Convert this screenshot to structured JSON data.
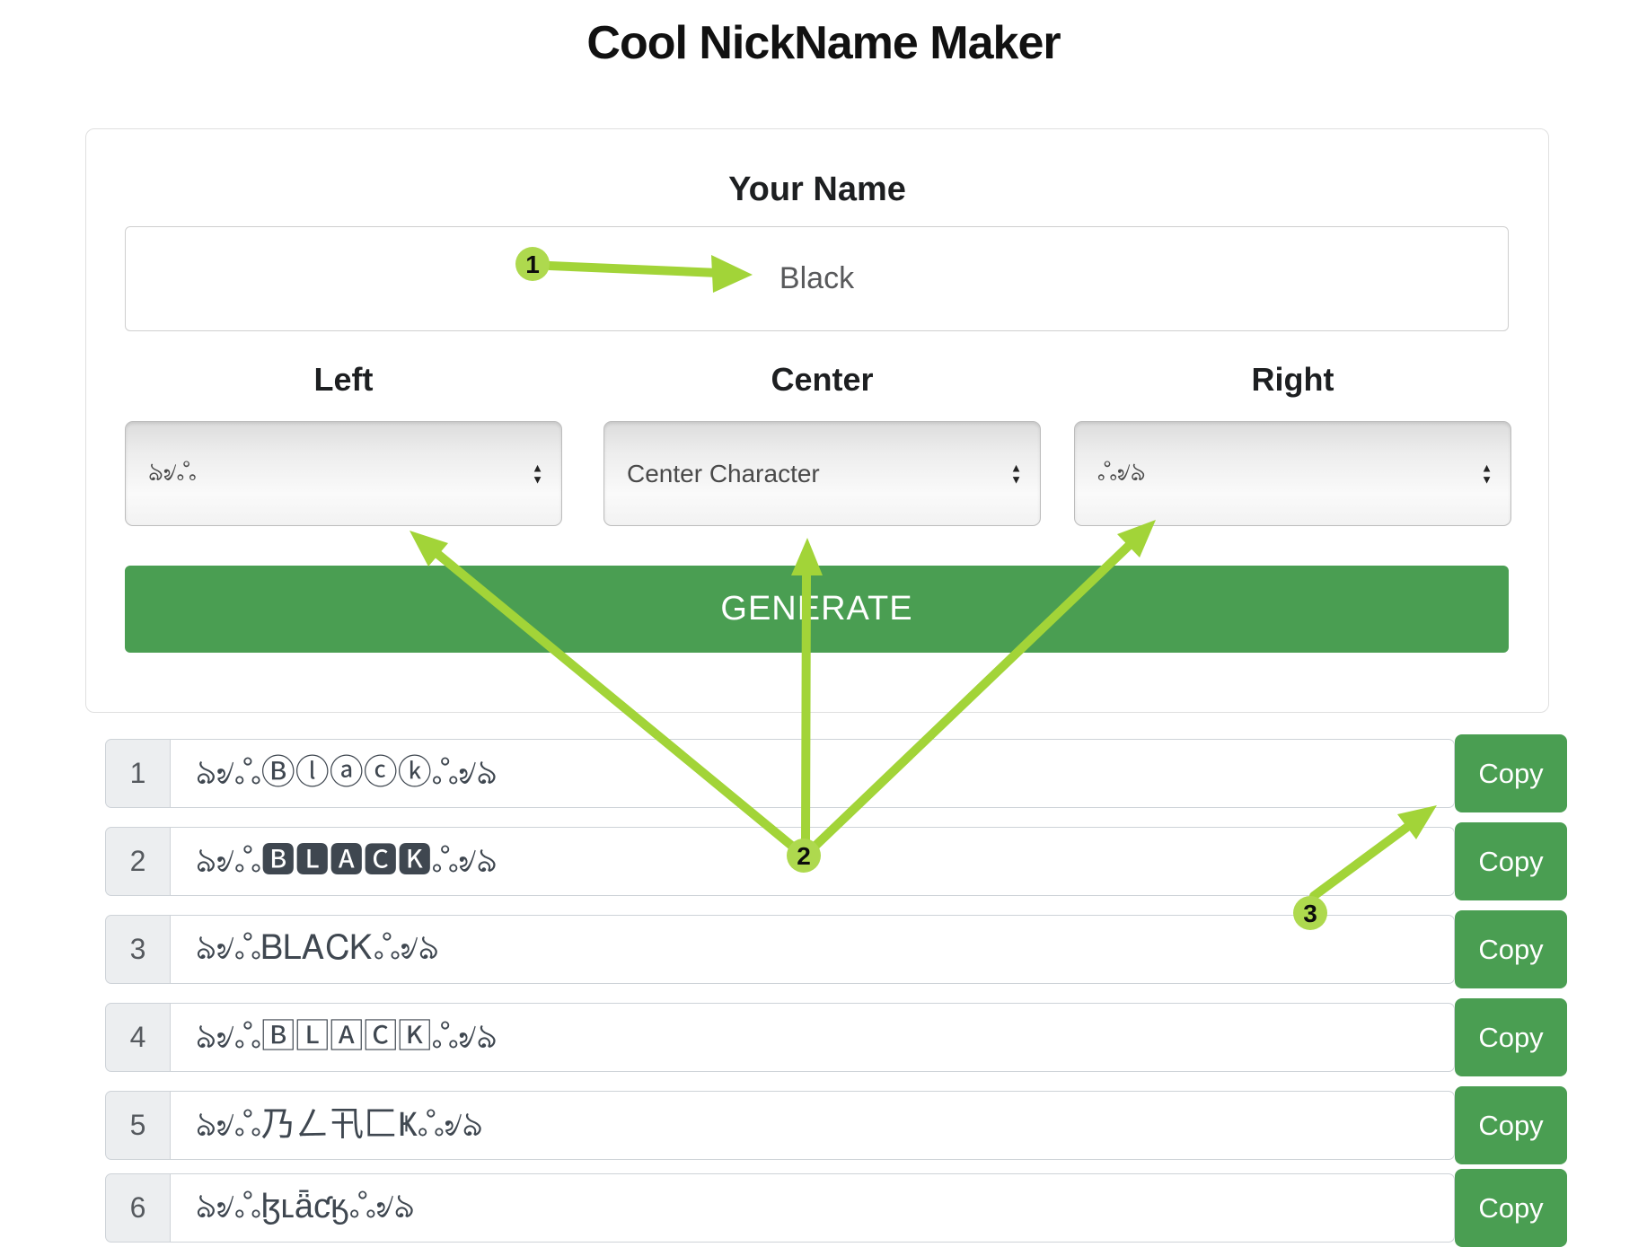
{
  "page_title": "Cool NickName Maker",
  "form": {
    "name_label": "Your Name",
    "name_value": "Black",
    "columns": {
      "left": "Left",
      "center": "Center",
      "right": "Right"
    },
    "left_select_value": "ঌ৶ஃ",
    "center_select_placeholder": "Center Character",
    "right_select_value": "ஃ৶ঌ",
    "generate_label": "GENERATE"
  },
  "results": {
    "copy_label": "Copy",
    "rows": [
      {
        "index": "1",
        "name": "ঌ৶ஃⒷⓛⓐⓒⓚஃ৶ঌ"
      },
      {
        "index": "2",
        "name": "ঌ৶ஃ🅱🅻🅰🅲🅺ஃ৶ঌ"
      },
      {
        "index": "3",
        "name": "ঌ৶ஃᏴᏞᎪᏟᏦஃ৶ঌ"
      },
      {
        "index": "4",
        "name": "ঌ৶ஃ🄱🄻🄰🄲🄺ஃ৶ঌ"
      },
      {
        "index": "5",
        "name": "ঌ৶ஃ乃ㄥ卂匚Ҝஃ৶ঌ"
      },
      {
        "index": "6",
        "name": "ঌ৶ஃɮʟǟƈӄஃ৶ঌ"
      }
    ]
  },
  "annotations": {
    "markers": [
      {
        "label": "1"
      },
      {
        "label": "2"
      },
      {
        "label": "3"
      }
    ],
    "colors": {
      "arrow_green": "#a2d438",
      "button_green": "#4a9e52"
    }
  }
}
